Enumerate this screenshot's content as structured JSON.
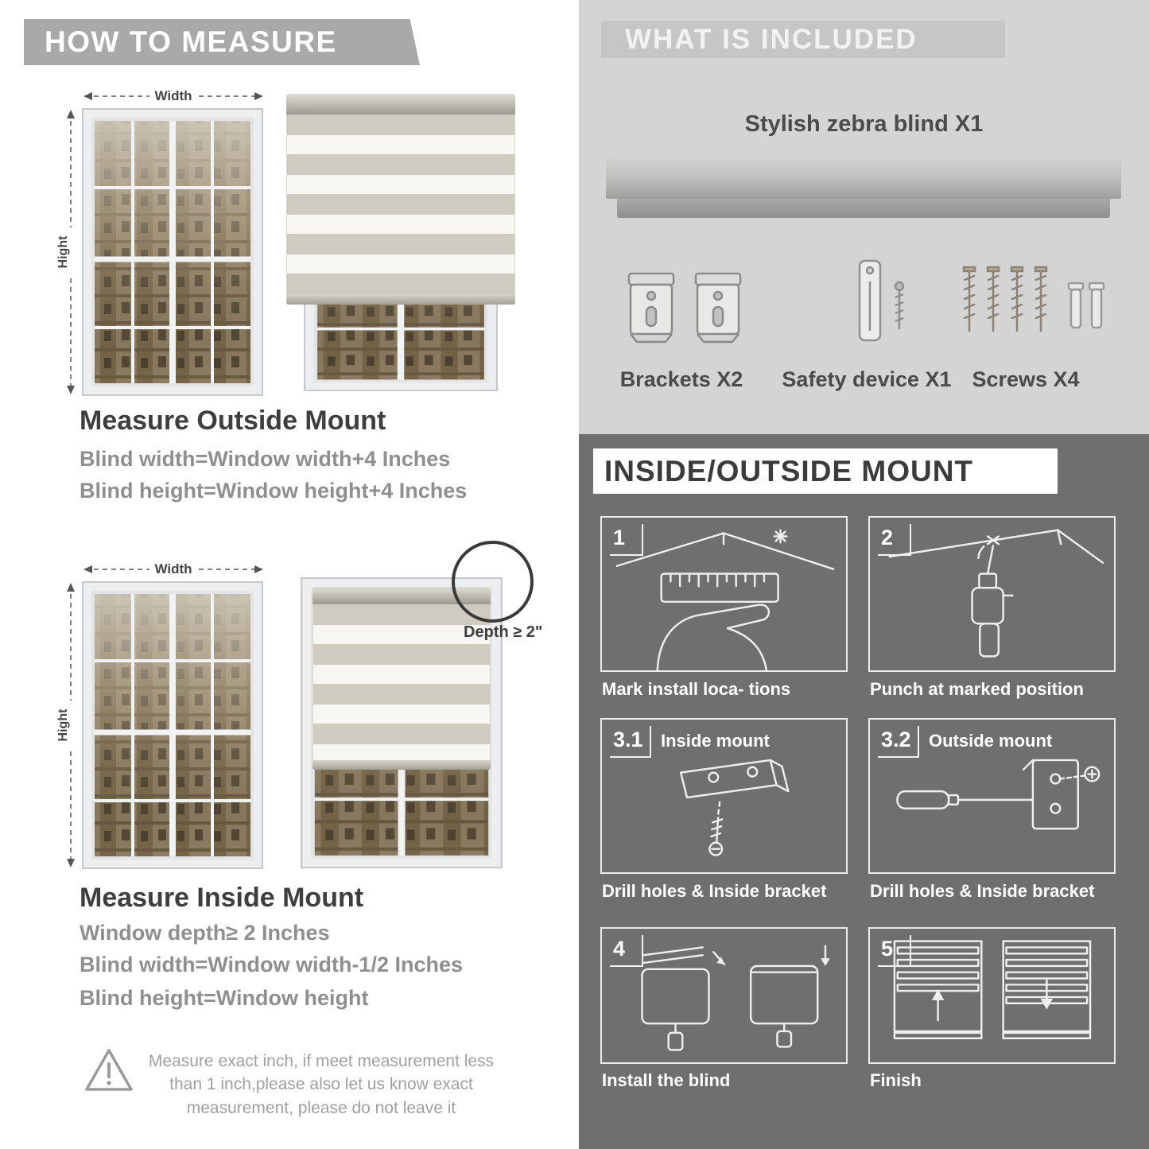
{
  "left": {
    "header": "HOW TO MEASURE",
    "width_label": "Width",
    "height_label": "Hight",
    "depth_label": "Depth ≥ 2\"",
    "outside": {
      "title": "Measure Outside Mount",
      "line1": "Blind width=Window width+4 Inches",
      "line2": "Blind height=Window height+4 Inches"
    },
    "inside": {
      "title": "Measure Inside Mount",
      "line1": "Window depth≥ 2 Inches",
      "line2": "Blind width=Window width-1/2 Inches",
      "line3": "Blind height=Window height"
    },
    "warning": "Measure exact inch, if meet measurement less than 1 inch,please also let us know exact measurement, please do not leave it"
  },
  "included": {
    "header": "WHAT IS INCLUDED",
    "blind_label": "Stylish zebra blind X1",
    "items": [
      {
        "label": "Brackets X2"
      },
      {
        "label": "Safety device X1"
      },
      {
        "label": "Screws X4"
      }
    ]
  },
  "mount": {
    "header": "INSIDE/OUTSIDE MOUNT",
    "steps": [
      {
        "num": "1",
        "title": "",
        "caption": "Mark install loca- tions"
      },
      {
        "num": "2",
        "title": "",
        "caption": "Punch at  marked position"
      },
      {
        "num": "3.1",
        "title": "Inside mount",
        "caption": "Drill holes &  Inside bracket"
      },
      {
        "num": "3.2",
        "title": "Outside mount",
        "caption": "Drill holes &  Inside bracket"
      },
      {
        "num": "4",
        "title": "",
        "caption": "Install the blind"
      },
      {
        "num": "5",
        "title": "",
        "caption": "Finish"
      }
    ]
  }
}
